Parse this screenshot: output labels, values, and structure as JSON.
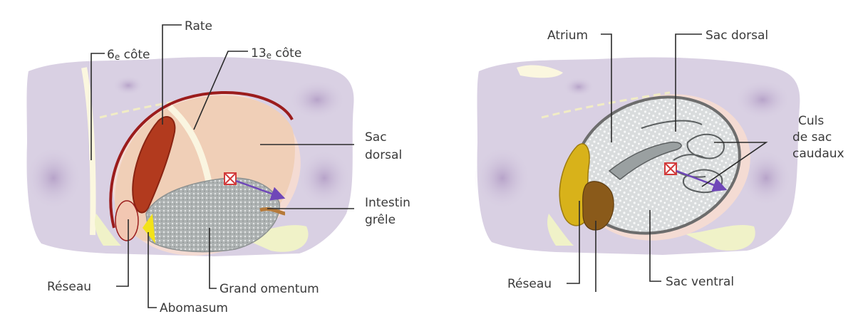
{
  "left_panel": {
    "labels": {
      "rib6_num": "6",
      "rib6_sup": "e",
      "rib6_word": " côte",
      "rate": "Rate",
      "rib13_num": "13",
      "rib13_sup": "e",
      "rib13_word": " côte",
      "sac_dorsal_1": "Sac",
      "sac_dorsal_2": "dorsal",
      "intestin_1": "Intestin",
      "intestin_2": "grêle",
      "reseau": "Réseau",
      "grand_omentum": "Grand omentum",
      "abomasum": "Abomasum"
    }
  },
  "right_panel": {
    "labels": {
      "atrium": "Atrium",
      "sac_dorsal": "Sac dorsal",
      "culs_1": "Culs",
      "culs_2": "de sac",
      "culs_3": "caudaux",
      "reseau": "Réseau",
      "sac_ventral": "Sac ventral"
    }
  },
  "colors": {
    "body_silhouette": "#d9d0e3",
    "body_shadow": "#b9a8c9",
    "rumen_pink": "#f2d2c0",
    "rumen_rim": "#9b1c1c",
    "spleen": "#b23a1e",
    "omentum": "#b9bdbd",
    "abomasum_yellow": "#f2e21a",
    "rumen_section": "#e6e9ea",
    "section_rim": "#6d6d6d",
    "reticulum_yellow": "#d8b21a",
    "reticulum_brown": "#8a5a1a",
    "arrow": "#6f47b8",
    "marker": "#d23a3a"
  }
}
